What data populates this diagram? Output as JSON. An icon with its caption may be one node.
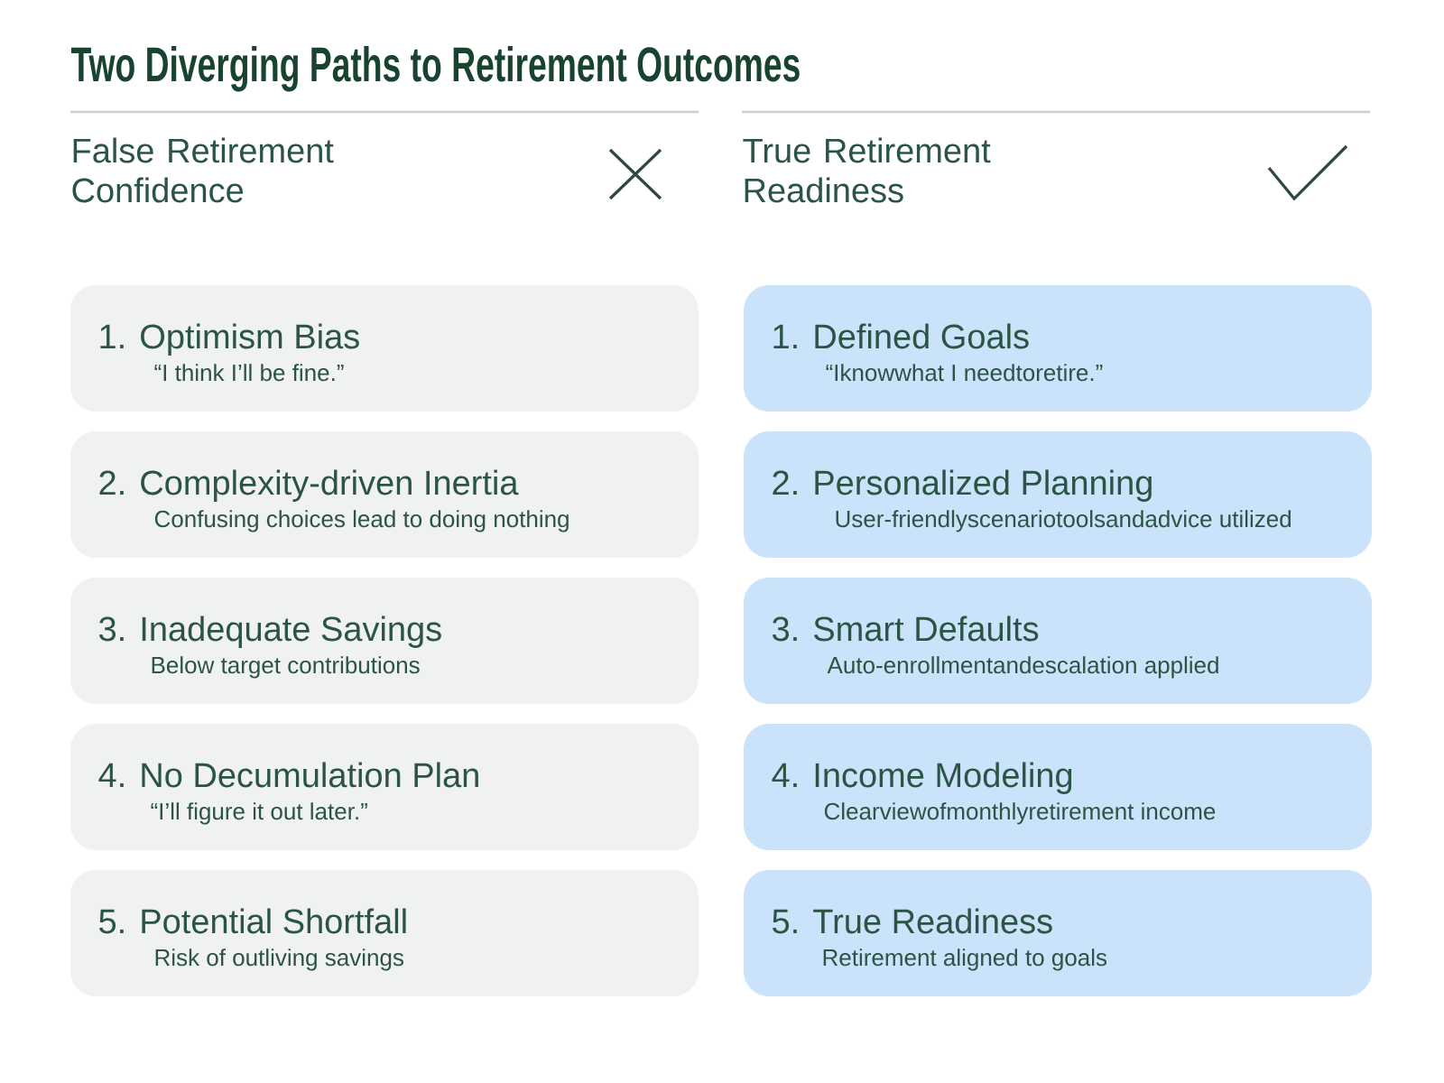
{
  "diagram": {
    "title": "Two Diverging Paths to Retirement Outcomes",
    "nodes": [
      {
        "text": [
          "1. Optimism Bias",
          "“I think I’ll be fine.”"
        ]
      },
      {
        "text": [
          "2. Complexity-driven Inertia",
          "Confusing choices lead to doing nothing"
        ]
      },
      {
        "text": [
          "3. Inadequate Savings",
          "Below target contributions"
        ]
      },
      {
        "text": [
          "4. No Decumulation Plan",
          "“I’ll figure it out later.”"
        ]
      },
      {
        "text": [
          "5. Potential Shortfall",
          "Risk of outliving savings"
        ]
      },
      {
        "text": [
          "1. Defined Goals",
          "“Iknowwhat I needtoretire.”"
        ]
      },
      {
        "text": [
          "2. Personalized Planning",
          "User-friendlyscenariotoolsandadvice utilized"
        ]
      },
      {
        "text": [
          "3. Smart Defaults",
          "Auto-enrollmentandescalation applied"
        ]
      },
      {
        "text": [
          "4. Income Modeling",
          "Clearviewofmonthlyretirement income"
        ]
      },
      {
        "text": [
          "5. True Readiness",
          "Retirement aligned to goals"
        ]
      }
    ],
    "labels": [
      "False Retirement Confidence",
      "True Retirement Readiness"
    ]
  }
}
